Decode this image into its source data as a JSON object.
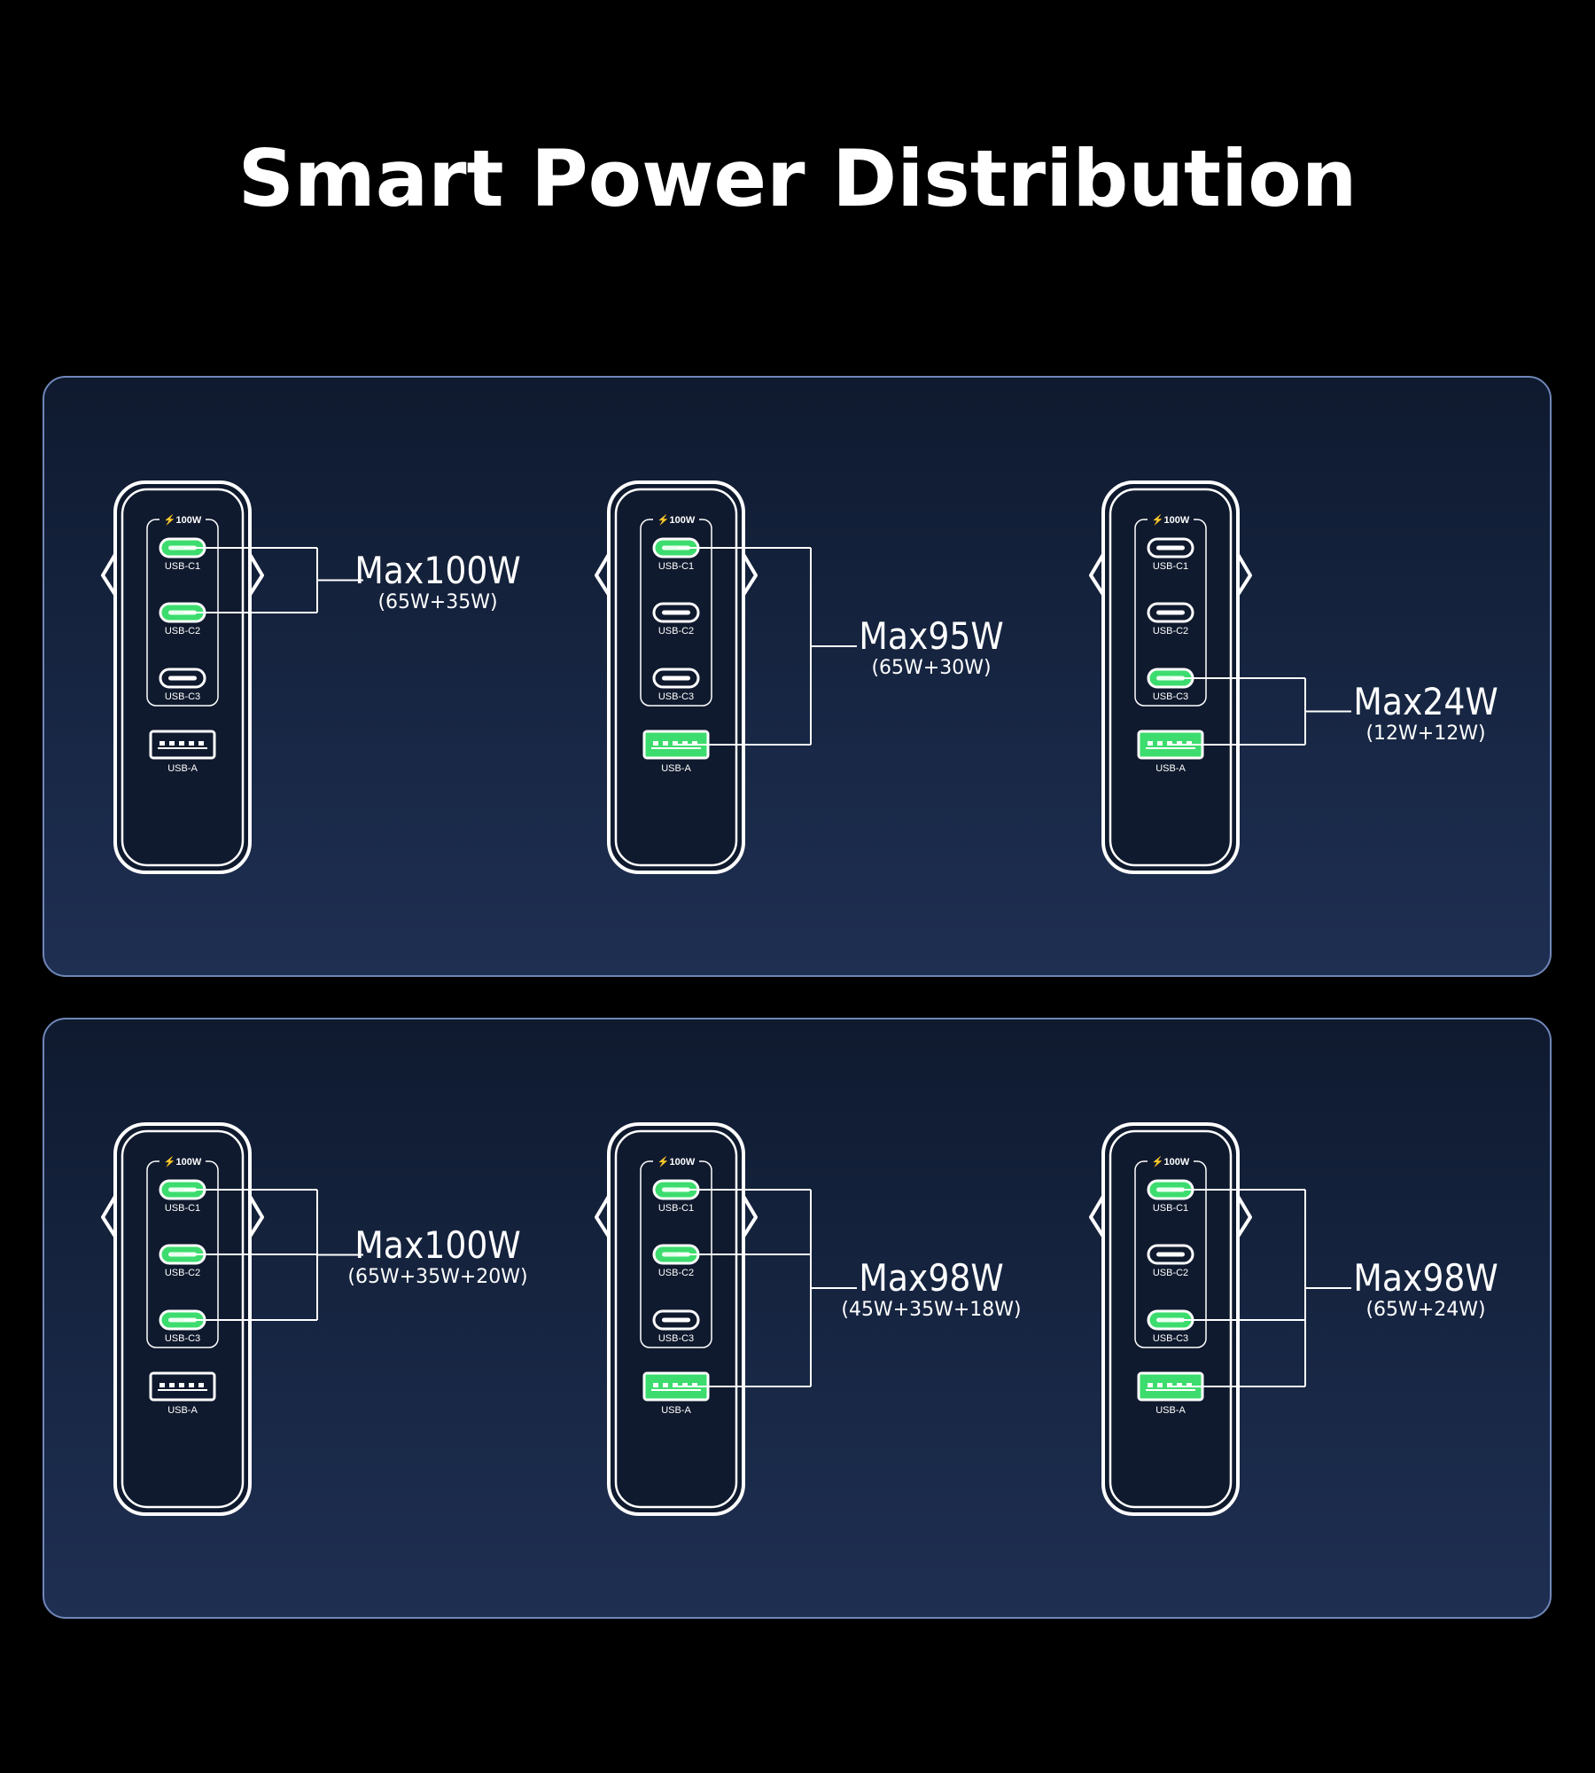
{
  "title": "Smart Power Distribution",
  "colors": {
    "background": "#000000",
    "panel_border": "#6f86b8",
    "active_port": "#3ddc6e",
    "outline": "#ffffff"
  },
  "charger_top_label": "⚡100W",
  "ports": [
    "USB-C1",
    "USB-C2",
    "USB-C3",
    "USB-A"
  ],
  "panels": [
    {
      "configs": [
        {
          "active": [
            "USB-C1",
            "USB-C2"
          ],
          "max": "Max100W",
          "split": "(65W+35W)"
        },
        {
          "active": [
            "USB-C1",
            "USB-A"
          ],
          "max": "Max95W",
          "split": "(65W+30W)"
        },
        {
          "active": [
            "USB-C3",
            "USB-A"
          ],
          "max": "Max24W",
          "split": "(12W+12W)"
        }
      ]
    },
    {
      "configs": [
        {
          "active": [
            "USB-C1",
            "USB-C2",
            "USB-C3"
          ],
          "max": "Max100W",
          "split": "(65W+35W+20W)"
        },
        {
          "active": [
            "USB-C1",
            "USB-C2",
            "USB-A"
          ],
          "max": "Max98W",
          "split": "(45W+35W+18W)"
        },
        {
          "active": [
            "USB-C1",
            "USB-C3",
            "USB-A"
          ],
          "max": "Max98W",
          "split": "(65W+24W)"
        }
      ]
    }
  ]
}
